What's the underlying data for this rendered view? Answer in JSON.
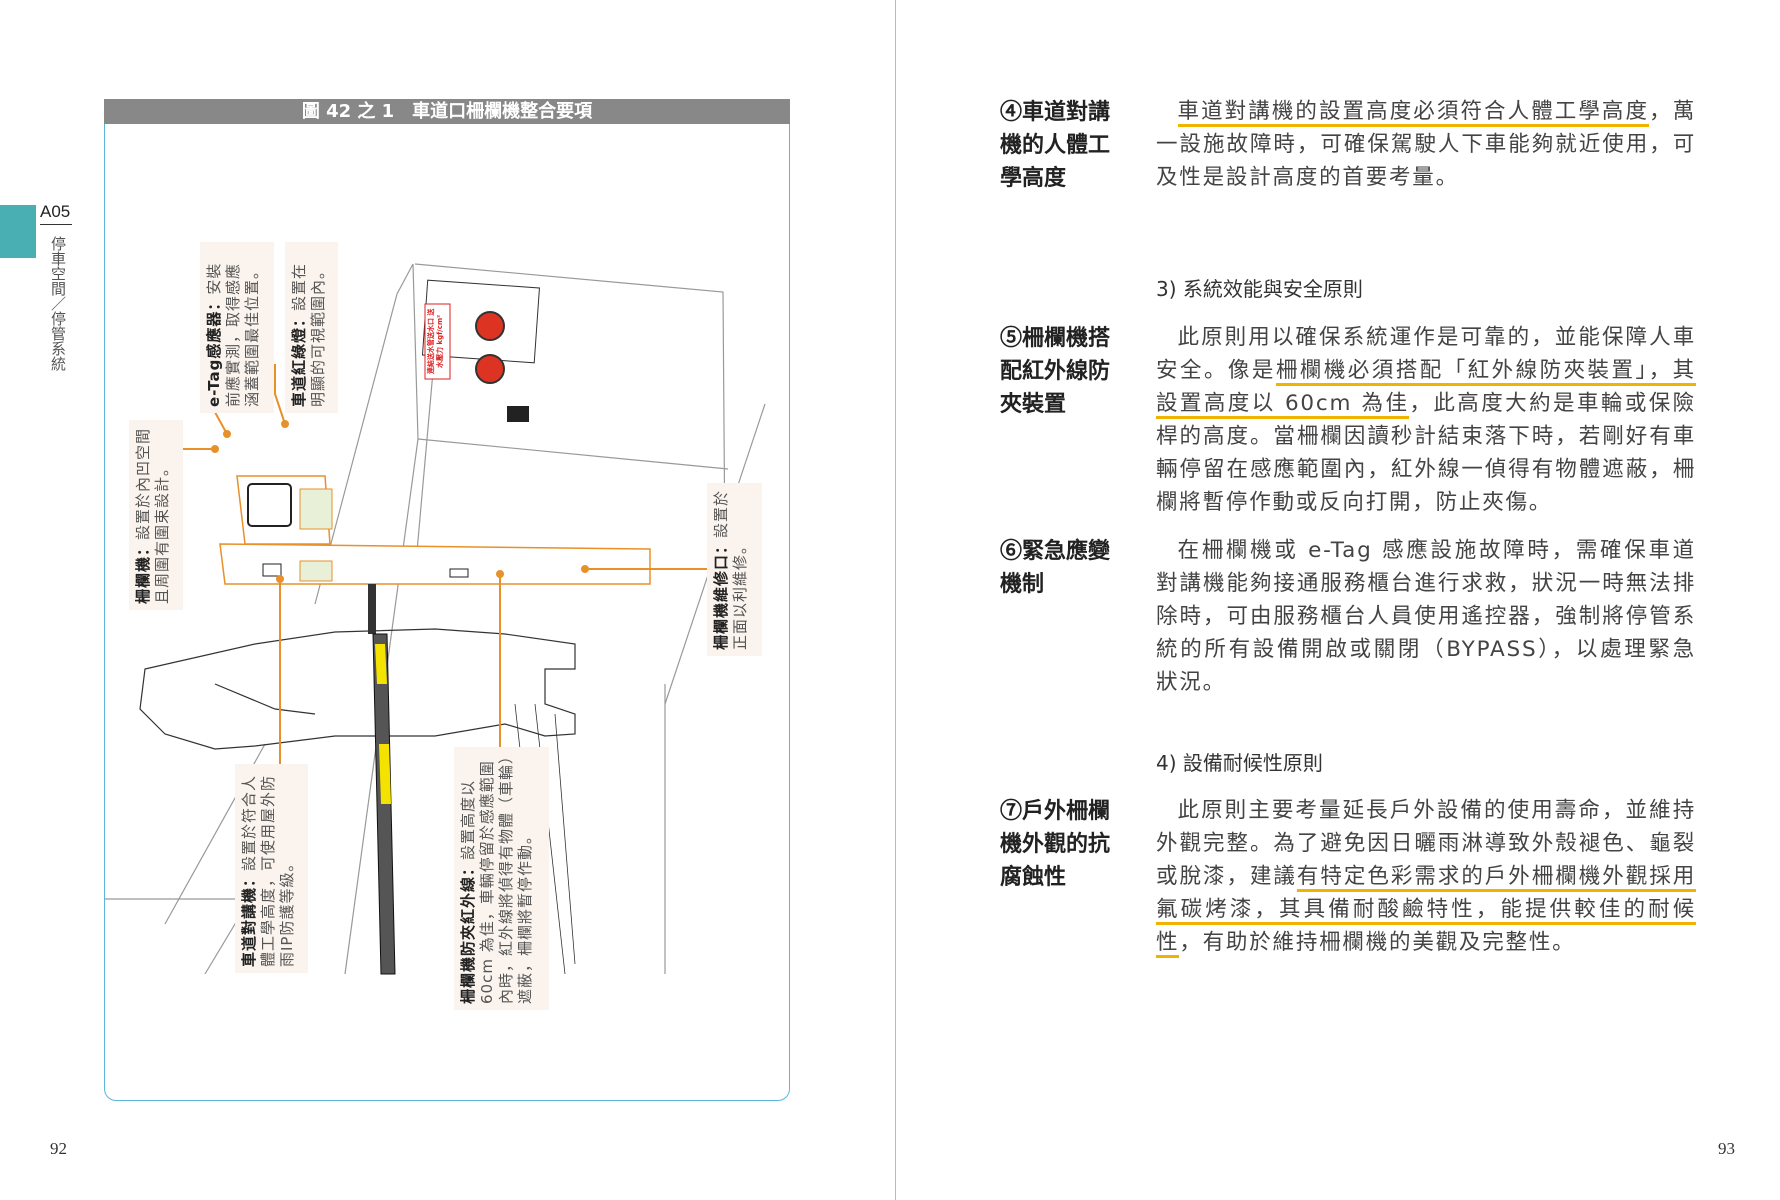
{
  "left_page": {
    "chapter_code": "A05",
    "chapter_title": "停車空間／停管系統",
    "page_number": "92",
    "figure": {
      "title": "圖 42 之 1　車道口柵欄機整合要項",
      "hydrant_sign": "連結送水管送水口 送水壓力 kgf/cm²",
      "callouts": {
        "etag": {
          "bold": "e-Tag感應器：",
          "text": "安裝前應實測，取得感應涵蓋範圍最佳位置。"
        },
        "signal": {
          "bold": "車道紅綠燈：",
          "text": "設置在明顯的可視範圍內。"
        },
        "barrier": {
          "bold": "柵欄機：",
          "text": "設置於內凹空間且周圍有圍束設計。"
        },
        "intercom": {
          "bold": "車道對講機：",
          "text": "設置於符合人體工學高度，可使用屋外防雨IP防護等級。"
        },
        "infrared": {
          "bold": "柵欄機防夾紅外線：",
          "text": "設置高度以 60cm 為佳，車輛停留於感應範圍內時，紅外線將偵得有物體（車輪）遮蔽，柵欄將暫停作動。"
        },
        "maintenance": {
          "bold": "柵欄機維修口：",
          "text": "設置於正面以利維修。"
        }
      }
    }
  },
  "right_page": {
    "page_number": "93",
    "sections": [
      {
        "heading": "④車道對講機的人體工學高度",
        "parts": [
          {
            "u": "車道對講機的設置高度必須符合人體工學高度"
          },
          {
            "t": "，萬一設施故障時，可確保駕駛人下車能夠就近使用，可及性是設計高度的首要考量。"
          }
        ]
      },
      {
        "subheading": "3) 系統效能與安全原則"
      },
      {
        "heading": "⑤柵欄機搭配紅外線防夾裝置",
        "parts": [
          {
            "t": "此原則用以確保系統運作是可靠的，並能保障人車安全。像是"
          },
          {
            "u": "柵欄機必須搭配「紅外線防夾裝置」，其設置高度以 60cm 為佳"
          },
          {
            "t": "，此高度大約是車輪或保險桿的高度。當柵欄因讀秒計結束落下時，若剛好有車輛停留在感應範圍內，紅外線一偵得有物體遮蔽，柵欄將暫停作動或反向打開，防止夾傷。"
          }
        ]
      },
      {
        "heading": "⑥緊急應變機制",
        "parts": [
          {
            "t": "在柵欄機或 e-Tag 感應設施故障時，需確保車道對講機能夠接通服務櫃台進行求救，狀況一時無法排除時，可由服務櫃台人員使用遙控器，強制將停管系統的所有設備開啟或關閉（BYPASS），以處理緊急狀況。"
          }
        ]
      },
      {
        "subheading": "4) 設備耐候性原則"
      },
      {
        "heading": "⑦戶外柵欄機外觀的抗腐蝕性",
        "parts": [
          {
            "t": "此原則主要考量延長戶外設備的使用壽命，並維持外觀完整。為了避免因日曬雨淋導致外殼褪色、龜裂或脫漆，建議"
          },
          {
            "u": "有特定色彩需求的戶外柵欄機外觀採用氟碳烤漆，其具備耐酸鹼特性，能提供較佳的耐候性"
          },
          {
            "t": "，有助於維持柵欄機的美觀及完整性。"
          }
        ]
      }
    ]
  },
  "colors": {
    "accent_tab": "#4aafb3",
    "highlight": "#f0b400",
    "figure_border": "#5ab6dc",
    "callout_line": "#e8902a"
  }
}
